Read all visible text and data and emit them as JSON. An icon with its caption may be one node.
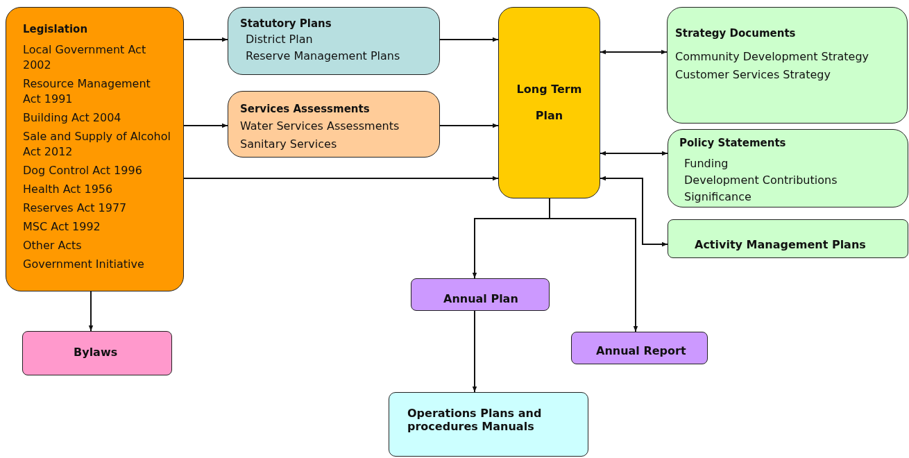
{
  "diagram": {
    "nodes": [
      {
        "text": [
          "Legislation",
          "Local Government Act 2002",
          "Resource Management Act 1991",
          "Building Act 2004",
          "Sale and Supply of Alcohol Act 2012",
          "Dog Control Act 1996",
          "Health Act 1956",
          "Reserves Act 1977",
          "MSC Act 1992",
          "Other Acts",
          "Government Initiative"
        ]
      },
      {
        "text": [
          "Statutory Plans",
          "District Plan",
          "Reserve Management Plans"
        ]
      },
      {
        "text": [
          "Services Assessments",
          "Water Services Assessments",
          "Sanitary Services"
        ]
      },
      {
        "text": [
          "Long Term Plan"
        ]
      },
      {
        "text": [
          "Strategy Documents",
          "Community Development Strategy",
          "Customer Services Strategy"
        ]
      },
      {
        "text": [
          "Policy Statements",
          "Funding",
          "Development Contributions",
          "Significance"
        ]
      },
      {
        "text": [
          "Activity Management Plans"
        ]
      },
      {
        "text": [
          "Annual Plan"
        ]
      },
      {
        "text": [
          "Annual Report"
        ]
      },
      {
        "text": [
          "Bylaws"
        ]
      },
      {
        "text": [
          "Operations Plans and procedures Manuals"
        ]
      }
    ],
    "edges": [
      {
        "from": 0,
        "to": 1,
        "arrow": "to"
      },
      {
        "from": 0,
        "to": 2,
        "arrow": "to"
      },
      {
        "from": 0,
        "to": 3,
        "arrow": "to"
      },
      {
        "from": 1,
        "to": 3,
        "arrow": "to"
      },
      {
        "from": 2,
        "to": 3,
        "arrow": "to"
      },
      {
        "from": 3,
        "to": 4,
        "arrow": "both"
      },
      {
        "from": 3,
        "to": 5,
        "arrow": "both"
      },
      {
        "from": 3,
        "to": 6,
        "arrow": "both"
      },
      {
        "from": 3,
        "to": 7,
        "arrow": "to"
      },
      {
        "from": 3,
        "to": 8,
        "arrow": "to"
      },
      {
        "from": 7,
        "to": 10,
        "arrow": "to"
      },
      {
        "from": 0,
        "to": 9,
        "arrow": "to"
      }
    ]
  }
}
